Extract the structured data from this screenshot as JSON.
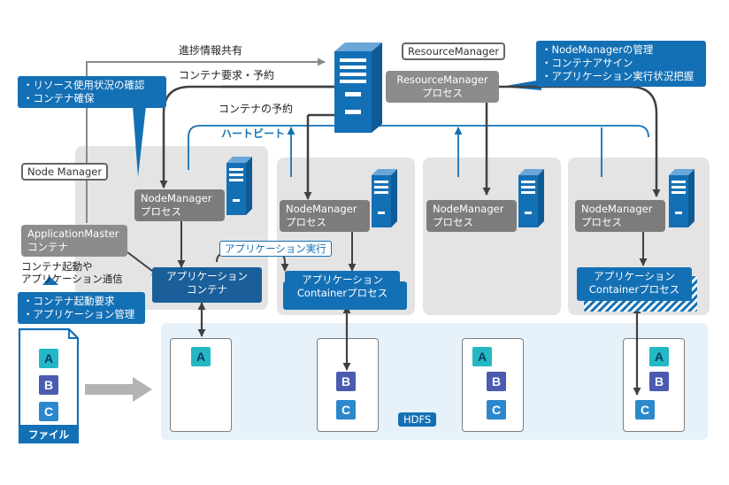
{
  "labels": {
    "progress_share": "進捗情報共有",
    "container_request": "コンテナ要求・予約",
    "container_reservation": "コンテナの予約",
    "heartbeat": "ハートビート",
    "node_manager": "Node Manager",
    "resource_manager": "ResourceManager",
    "app_execution": "アプリケーション実行",
    "container_start_line1": "コンテナ起動や",
    "container_start_line2": "アプリケーション通信",
    "hdfs": "HDFS",
    "file": "ファイル"
  },
  "callouts": {
    "left_top": [
      "・リソース使用状況の確認",
      "・コンテナ確保"
    ],
    "right_top": [
      "・NodeManagerの管理",
      "・コンテナアサイン",
      "・アプリケーション実行状況把握"
    ],
    "left_bottom": [
      "・コンテナ起動要求",
      "・アプリケーション管理"
    ]
  },
  "boxes": {
    "rm_process": [
      "ResourceManager",
      "プロセス"
    ],
    "nm_process": [
      "NodeManager",
      "プロセス"
    ],
    "app_master": [
      "ApplicationMaster",
      "コンテナ"
    ],
    "app_container": [
      "アプリケーション",
      "コンテナ"
    ],
    "container_process": [
      "アプリケーション",
      "Containerプロセス"
    ]
  },
  "blocks": {
    "a": "A",
    "b": "B",
    "c": "C"
  },
  "colors": {
    "accent_blue": "#1470b5",
    "gray_box": "#7c7c7c",
    "panel_gray": "#e4e4e4",
    "hdfs_bg": "#e6f1f9",
    "tile_a": "#24b8c4",
    "tile_b": "#4a5bb0",
    "tile_c": "#2c88cc"
  },
  "icons": [
    "server-icon",
    "file-icon",
    "bidirectional-arrow",
    "flow-arrow"
  ]
}
